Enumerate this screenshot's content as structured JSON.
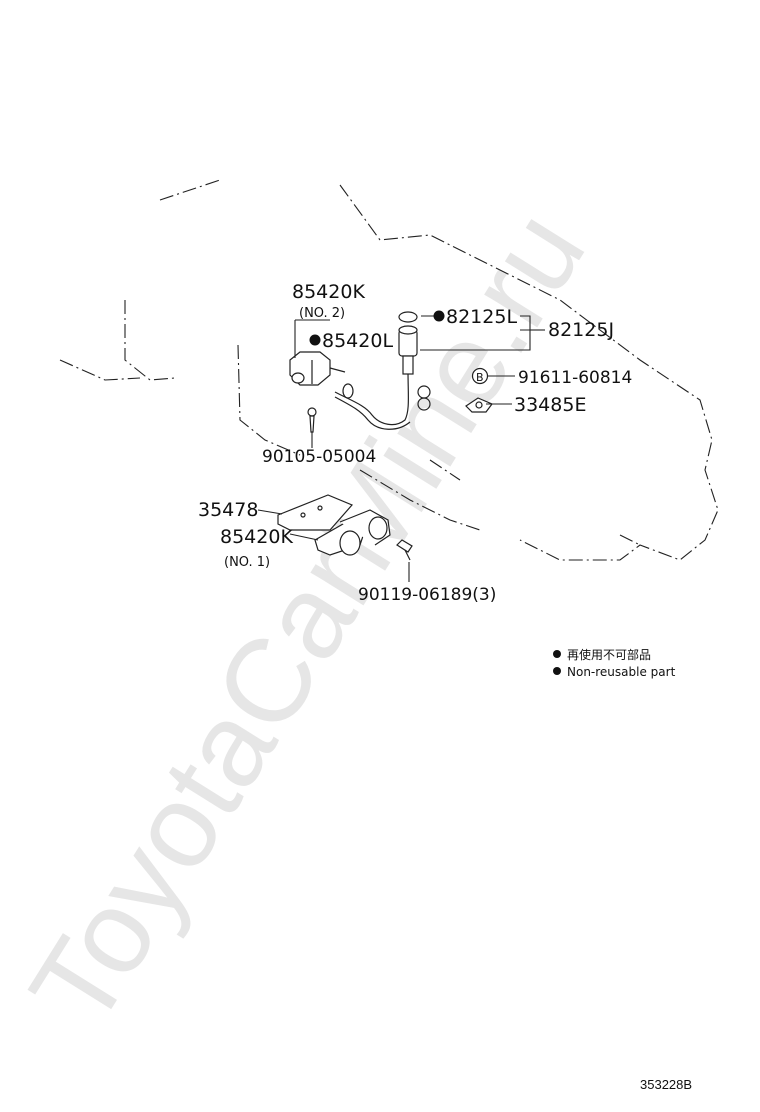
{
  "watermark": "ToyotaCarMine.ru",
  "labels": {
    "p85420K_no2": "85420K",
    "no2": "(NO. 2)",
    "p85420L": "85420L",
    "p82125L": "82125L",
    "p82125J": "82125J",
    "p91611": "91611-60814",
    "bolt_badge": "B",
    "p33485E": "33485E",
    "p90105": "90105-05004",
    "p35478": "35478",
    "p85420K_no1": "85420K",
    "no1": "(NO. 1)",
    "p90119": "90119-06189(3)"
  },
  "legend": {
    "line1": "再使用不可部品",
    "line2": "Non-reusable part"
  },
  "diagram_code": "353228B"
}
